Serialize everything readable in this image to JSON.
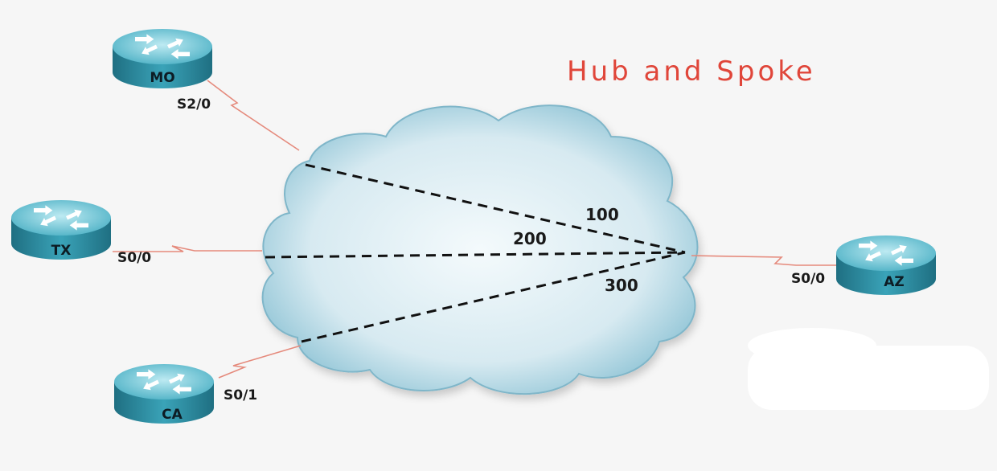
{
  "title": "Hub and Spoke",
  "routers": {
    "mo": {
      "name": "MO",
      "interface": "S2/0"
    },
    "tx": {
      "name": "TX",
      "interface": "S0/0"
    },
    "ca": {
      "name": "CA",
      "interface": "S0/1"
    },
    "az": {
      "name": "AZ",
      "interface": "S0/0"
    }
  },
  "circuits": {
    "mo_az": "100",
    "tx_az": "200",
    "ca_az": "300"
  },
  "colors": {
    "link": "#e58a7c",
    "title": "#e0463a",
    "router_body": "#2f8ea3",
    "router_top": "#7fd0df",
    "cloud": "#dcecf2",
    "cloud_edge": "#6ea9bf"
  }
}
